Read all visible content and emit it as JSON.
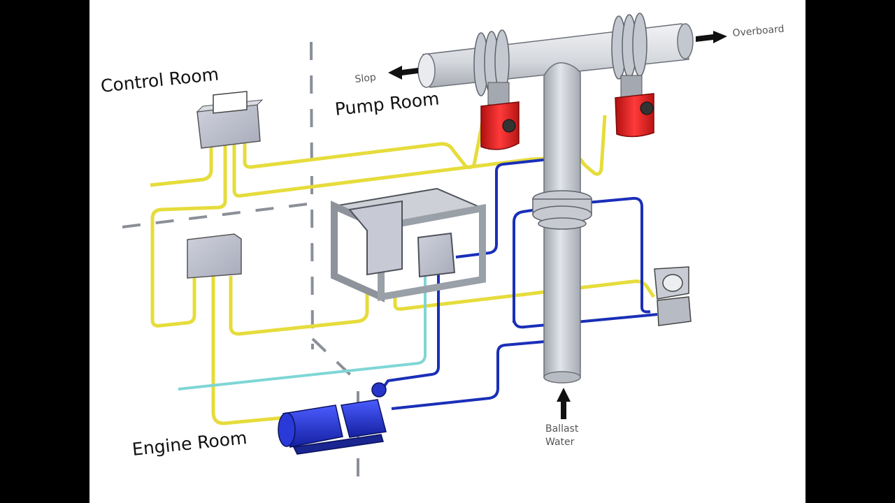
{
  "labels": {
    "control_room": "Control Room",
    "pump_room": "Pump Room",
    "engine_room": "Engine Room",
    "slop": "Slop",
    "overboard": "Overboard",
    "ballast_line1": "Ballast",
    "ballast_line2": "Water"
  },
  "colors": {
    "background": "#ffffff",
    "letterbox": "#000000",
    "signal_cable": "#e6dc3c",
    "hydraulic_line": "#1a2fb8",
    "cyan_line": "#7fd6d6",
    "pipe": "#c8ccd2",
    "actuator": "#e22020",
    "pump": "#1e2fd6",
    "enclosure": "#b9bccb"
  }
}
